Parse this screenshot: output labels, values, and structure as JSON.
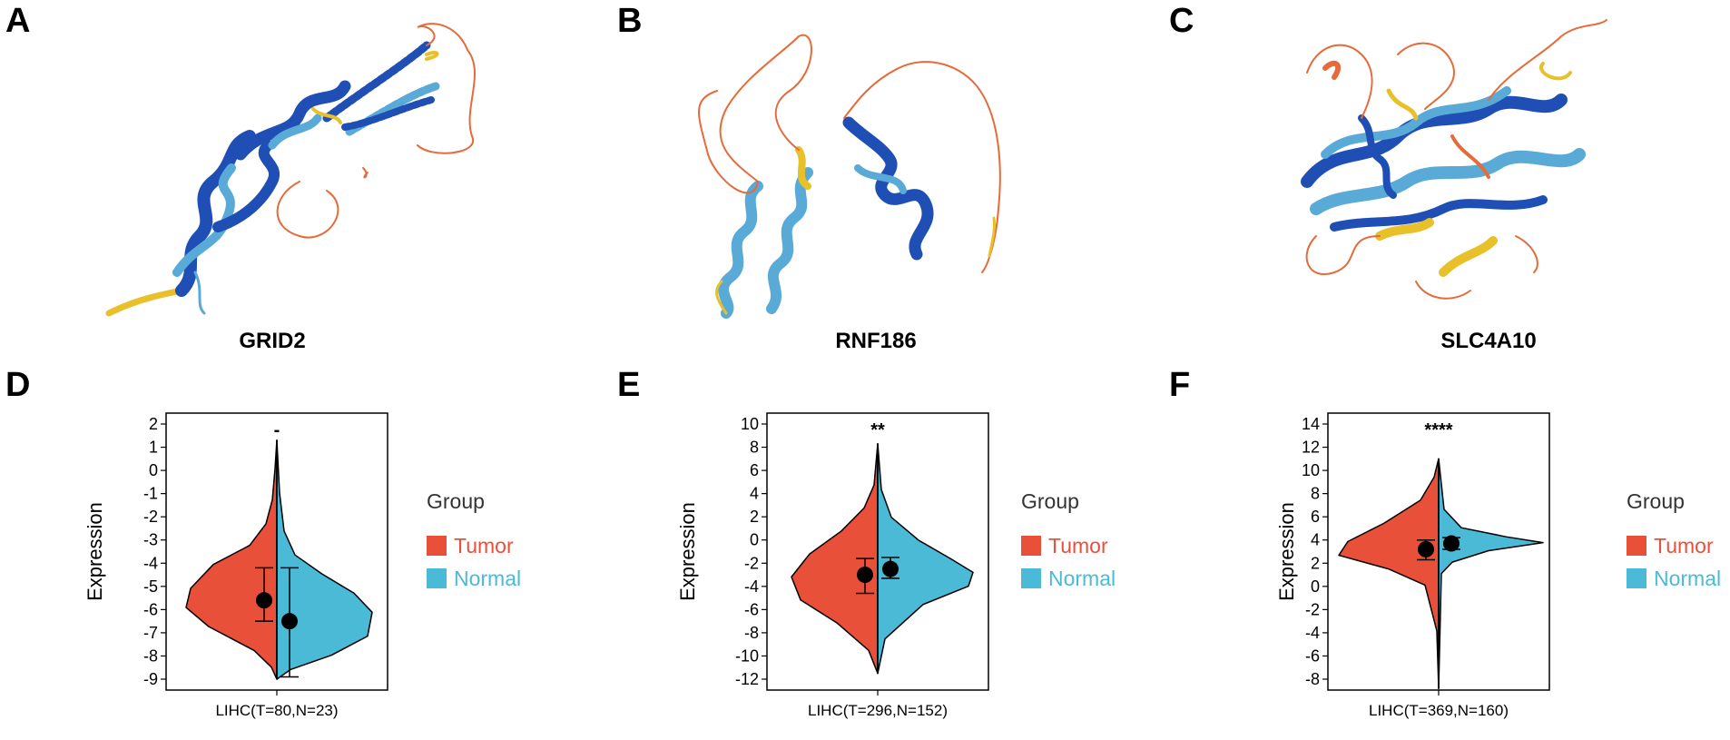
{
  "panels": {
    "A": {
      "letter": "A",
      "gene": "GRID2"
    },
    "B": {
      "letter": "B",
      "gene": "RNF186"
    },
    "C": {
      "letter": "C",
      "gene": "SLC4A10"
    },
    "D": {
      "letter": "D"
    },
    "E": {
      "letter": "E"
    },
    "F": {
      "letter": "F"
    }
  },
  "colors": {
    "tumor": "#E8503A",
    "normal": "#4BBAD7",
    "helix_dark": "#1F4FB5",
    "helix_light": "#5AAAD8",
    "coil_orange": "#E66A3A",
    "coil_yellow": "#E8C02A"
  },
  "legend": {
    "title": "Group",
    "items": [
      {
        "label": "Tumor",
        "color": "#E8503A"
      },
      {
        "label": "Normal",
        "color": "#4BBAD7"
      }
    ]
  },
  "chart_data": [
    {
      "panel": "D",
      "type": "violin (split)",
      "ylabel": "Expression",
      "category": "LIHC(T=80,N=23)",
      "significance": "-",
      "ylim": [
        -9,
        2
      ],
      "yticks": [
        2,
        1,
        0,
        -1,
        -2,
        -3,
        -4,
        -5,
        -6,
        -7,
        -8,
        -9
      ],
      "series": [
        {
          "name": "Tumor",
          "mean": -5.6,
          "error_low": -6.5,
          "error_high": -4.2,
          "range": [
            -9.0,
            1.3
          ]
        },
        {
          "name": "Normal",
          "mean": -6.5,
          "error_low": -8.9,
          "error_high": -4.2,
          "range": [
            -9.0,
            1.3
          ]
        }
      ]
    },
    {
      "panel": "E",
      "type": "violin (split)",
      "ylabel": "Expression",
      "category": "LIHC(T=296,N=152)",
      "significance": "**",
      "ylim": [
        -12,
        10
      ],
      "yticks": [
        10,
        8,
        6,
        4,
        2,
        0,
        -2,
        -4,
        -6,
        -8,
        -10,
        -12
      ],
      "series": [
        {
          "name": "Tumor",
          "mean": -3.0,
          "error_low": -4.6,
          "error_high": -1.6,
          "range": [
            -11.5,
            8.3
          ]
        },
        {
          "name": "Normal",
          "mean": -2.5,
          "error_low": -3.3,
          "error_high": -1.5,
          "range": [
            -11.5,
            8.3
          ]
        }
      ]
    },
    {
      "panel": "F",
      "type": "violin (split)",
      "ylabel": "Expression",
      "category": "LIHC(T=369,N=160)",
      "significance": "****",
      "ylim": [
        -8,
        14
      ],
      "yticks": [
        14,
        12,
        10,
        8,
        6,
        4,
        2,
        0,
        -2,
        -4,
        -6,
        -8
      ],
      "series": [
        {
          "name": "Tumor",
          "mean": 3.2,
          "error_low": 2.3,
          "error_high": 4.0,
          "range": [
            -8.8,
            11.0
          ]
        },
        {
          "name": "Normal",
          "mean": 3.7,
          "error_low": 3.2,
          "error_high": 4.2,
          "range": [
            -8.8,
            11.0
          ]
        }
      ]
    }
  ]
}
